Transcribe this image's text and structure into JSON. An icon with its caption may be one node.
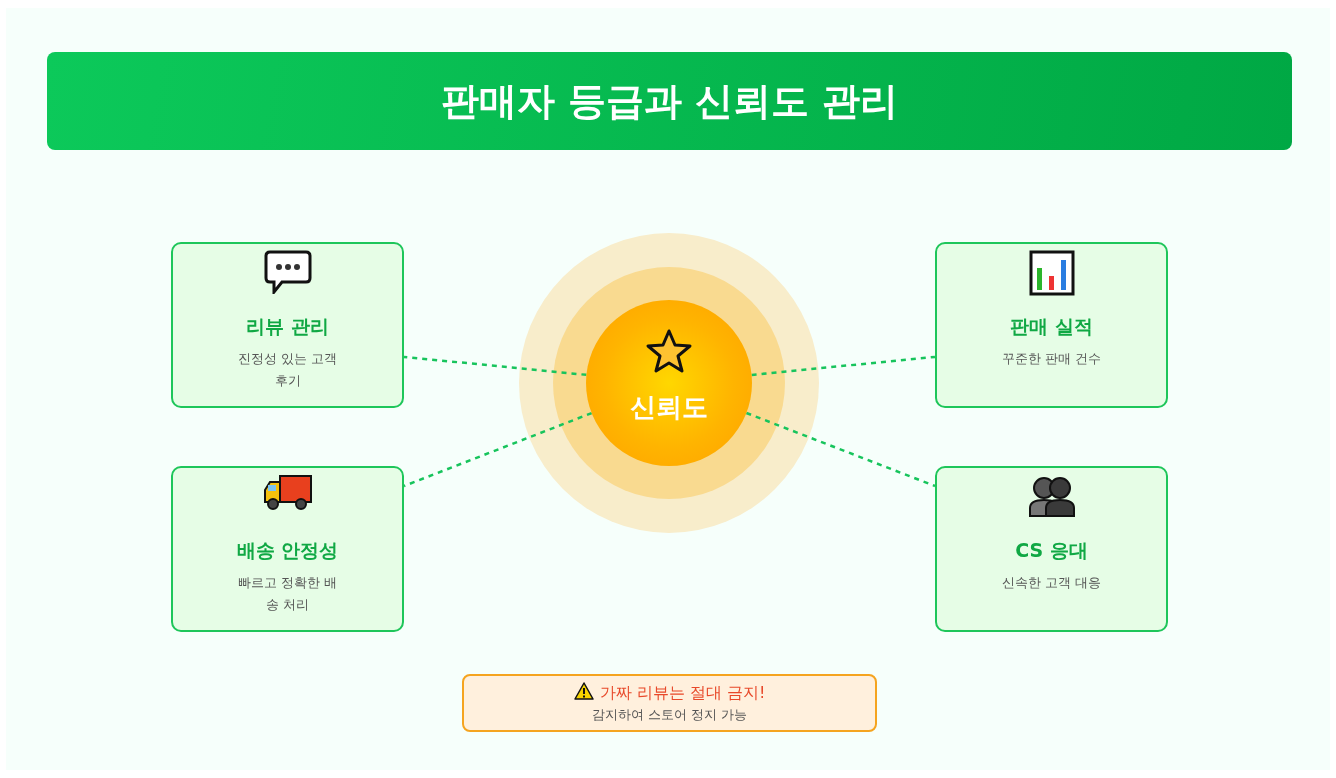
{
  "diagram": {
    "title": "판매자 등급과 신뢰도 관리",
    "nodes": [
      {
        "text": [
          "신뢰도"
        ]
      },
      {
        "text": [
          "리뷰 관리",
          "진정성 있는 고객 후기"
        ]
      },
      {
        "text": [
          "판매 실적",
          "꾸준한 판매 건수"
        ]
      },
      {
        "text": [
          "배송 안정성",
          "빠르고 정확한 배송 처리"
        ]
      },
      {
        "text": [
          "CS 응대",
          "신속한 고객 대응"
        ]
      },
      {
        "text": [
          "가짜 리뷰는 절대 금지!",
          "감지하여 스토어 정지 가능"
        ]
      }
    ],
    "edges": [
      {
        "from": 0,
        "to": 1,
        "arrow": "none",
        "style": "dashed"
      },
      {
        "from": 0,
        "to": 2,
        "arrow": "none",
        "style": "dashed"
      },
      {
        "from": 0,
        "to": 3,
        "arrow": "none",
        "style": "dashed"
      },
      {
        "from": 0,
        "to": 4,
        "arrow": "none",
        "style": "dashed"
      }
    ]
  }
}
